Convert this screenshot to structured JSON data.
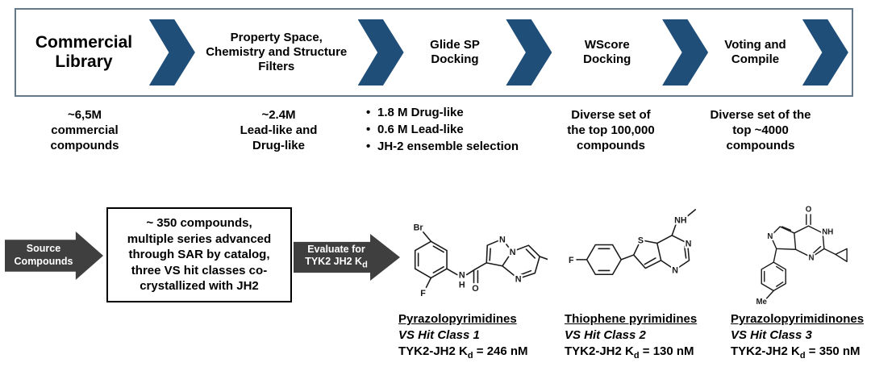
{
  "colors": {
    "chevron_blue": "#1f4e79",
    "arrow_gray": "#3f3f3f",
    "box_border": "#64798a",
    "bond": "#1a1a1a"
  },
  "pipeline": {
    "stages": [
      {
        "label": "Commercial Library",
        "annotation": "~6,5M\ncommercial\ncompounds"
      },
      {
        "label": "Property Space,\nChemistry and Structure\nFilters",
        "annotation": "~2.4M\nLead-like and\nDrug-like"
      },
      {
        "label": "Glide SP\nDocking",
        "bullets": [
          "1.8 M Drug-like",
          "0.6 M Lead-like",
          "JH-2 ensemble selection"
        ]
      },
      {
        "label": "WScore\nDocking",
        "annotation": "Diverse set of\nthe top 100,000\ncompounds"
      },
      {
        "label": "Voting and\nCompile",
        "annotation": "Diverse set of the\ntop ~4000\ncompounds"
      }
    ]
  },
  "bottom": {
    "source_arrow_label": "Source\nCompounds",
    "compound_box_text": "~ 350 compounds,\nmultiple series advanced\nthrough SAR by catalog,\nthree VS hit classes co-\ncrystallized with JH2",
    "evaluate_arrow": {
      "line1": "Evaluate for",
      "kd_pre": "TYK2 JH2 K",
      "kd_sub": "d"
    },
    "hits": [
      {
        "name": "Pyrazolopyrimidines",
        "vs_class": "VS Hit Class 1",
        "kd_pre": "TYK2-JH2 K",
        "kd_sub": "d",
        "kd_post": " = 246 nM"
      },
      {
        "name": "Thiophene pyrimidines",
        "vs_class": "VS Hit Class 2",
        "kd_pre": "TYK2-JH2 K",
        "kd_sub": "d",
        "kd_post": " = 130 nM"
      },
      {
        "name": "Pyrazolopyrimidinones",
        "vs_class": "VS Hit Class 3",
        "kd_pre": "TYK2-JH2 K",
        "kd_sub": "d",
        "kd_post": " = 350 nM"
      }
    ]
  },
  "molecules": {
    "m1": {
      "labels": {
        "br": "Br",
        "f": "F",
        "n": "N",
        "h": "H",
        "o": "O",
        "na": "N",
        "nb": "N",
        "nc": "N"
      }
    },
    "m2": {
      "labels": {
        "f": "F",
        "s": "S",
        "na": "N",
        "nb": "N",
        "nh": "NH"
      }
    },
    "m3": {
      "labels": {
        "o": "O",
        "nh": "NH",
        "na": "N",
        "nb": "N",
        "me": "Me"
      }
    }
  }
}
